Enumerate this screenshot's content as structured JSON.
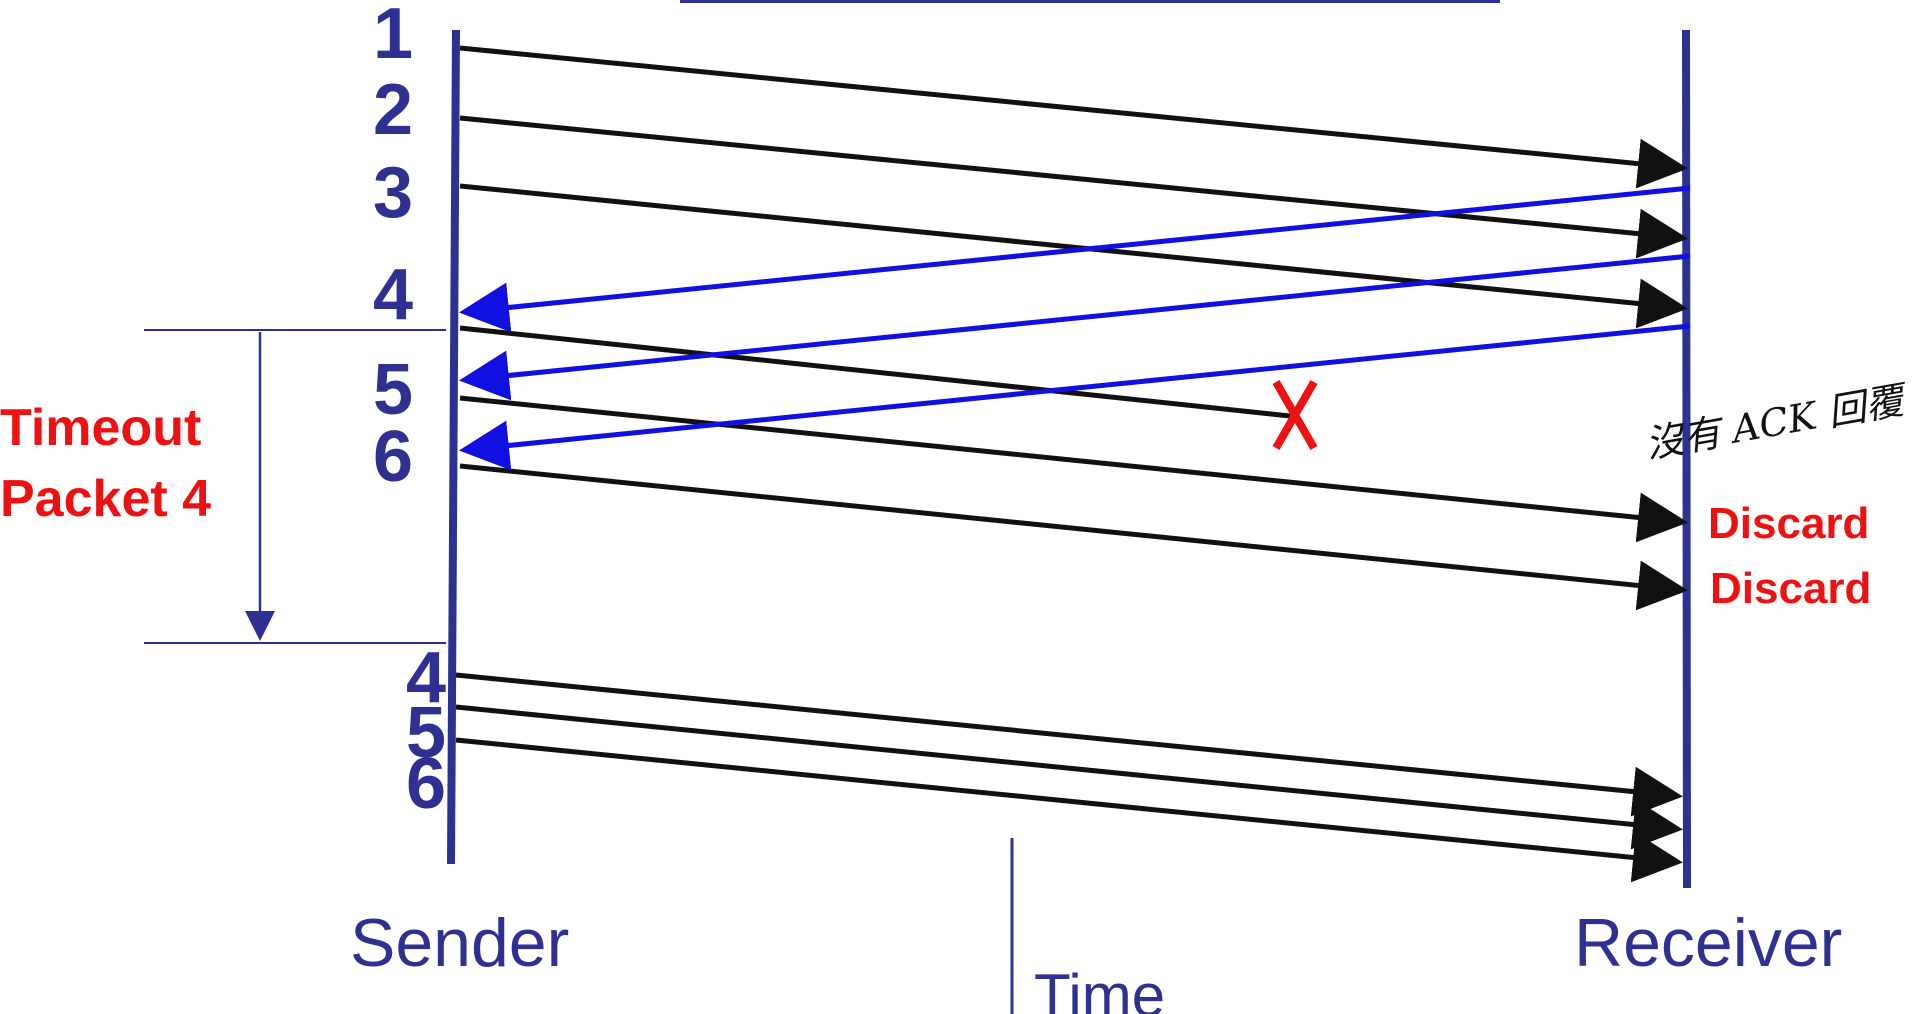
{
  "colors": {
    "timeline": "#2E3192",
    "packet": "#111111",
    "ack": "#1010E0",
    "loss": "#EE1111",
    "note": "#111111",
    "arrowhead": "#111111"
  },
  "top_bar": {
    "shape": "horizontal-line"
  },
  "sequence_numbers": {
    "initial": [
      "1",
      "2",
      "3",
      "4",
      "5",
      "6"
    ],
    "retransmitted": [
      "4",
      "5",
      "6"
    ]
  },
  "timeout": {
    "line1": "Timeout",
    "line2": "Packet 4"
  },
  "loss_marker": {
    "text": "X"
  },
  "discard_labels": [
    "Discard",
    "Discard"
  ],
  "handwritten_note": "沒有 ACK 回覆",
  "labels": {
    "sender": "Sender",
    "receiver": "Receiver",
    "time": "Time"
  },
  "icons": {
    "arrowhead": "arrowhead-icon",
    "loss": "x-mark-icon"
  }
}
